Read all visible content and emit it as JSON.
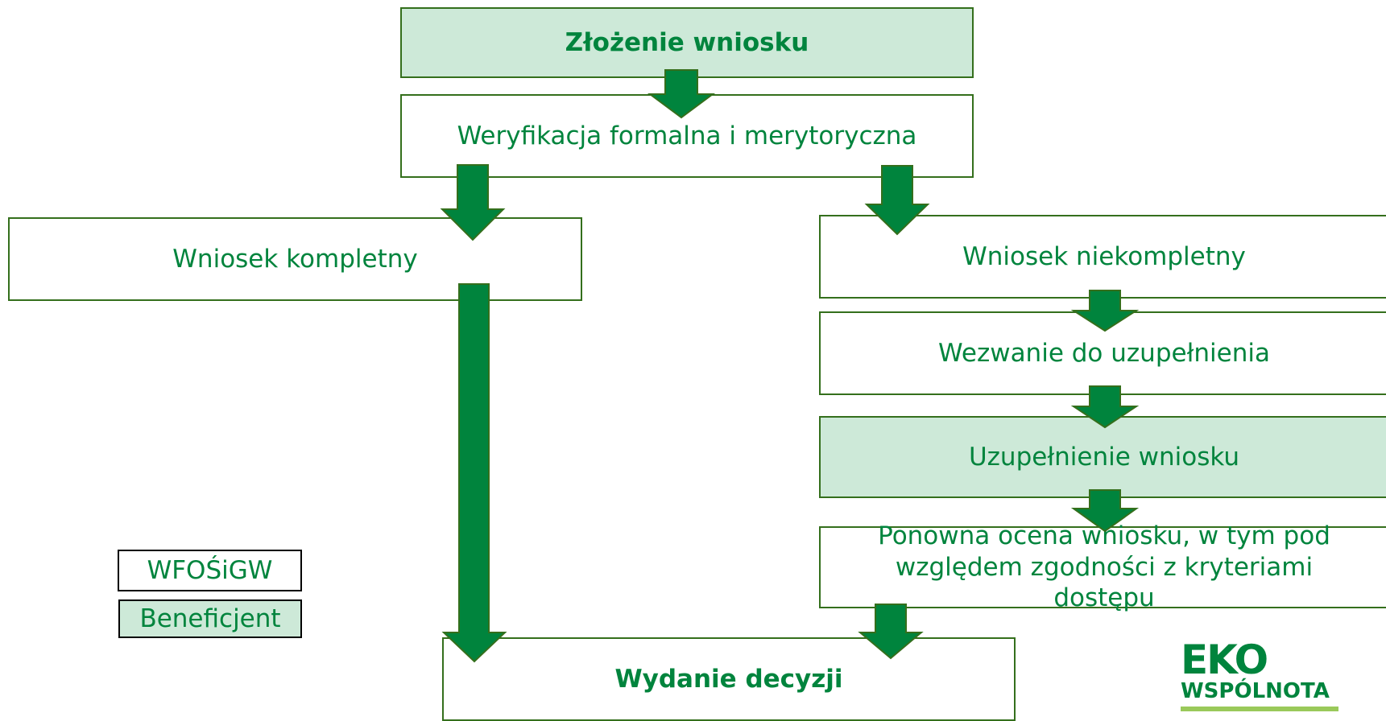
{
  "boxes": {
    "submit": "Złożenie wniosku",
    "verify": "Weryfikacja formalna i merytoryczna",
    "complete": "Wniosek kompletny",
    "incomplete": "Wniosek niekompletny",
    "call": "Wezwanie do uzupełnienia",
    "supplement": "Uzupełnienie wniosku",
    "reassess": "Ponowna ocena wniosku, w tym pod względem zgodności z kryteriami dostępu",
    "decision": "Wydanie decyzji"
  },
  "legend": {
    "wfosigw": "WFOŚiGW",
    "beneficjent": "Beneficjent"
  },
  "logo": {
    "line1": "EKO",
    "line2": "WSPÓLNOTA"
  },
  "colors": {
    "text_green": "#00843d",
    "border": "#346f1c",
    "beneficiary_fill": "#cde9d8",
    "arrow_fill": "#00843d",
    "logo_bar": "#9ac95a"
  }
}
